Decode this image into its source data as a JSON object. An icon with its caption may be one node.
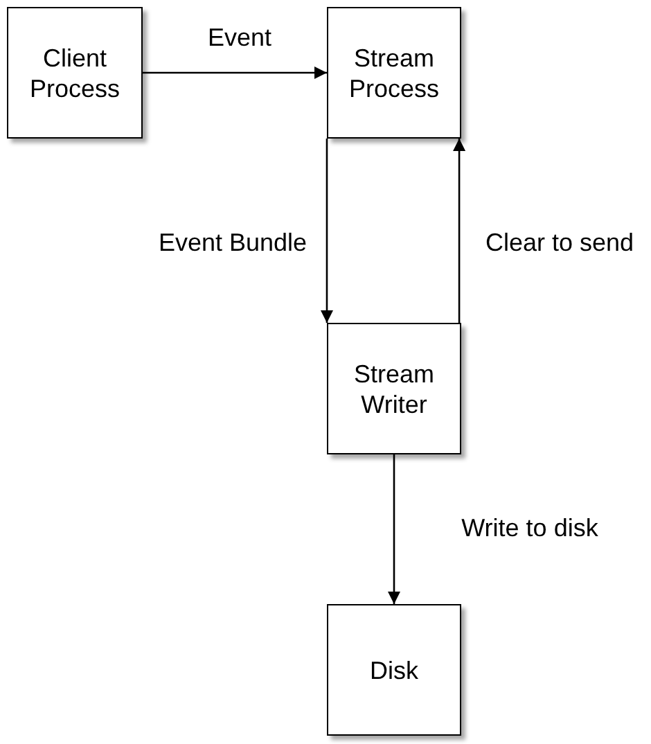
{
  "diagram": {
    "nodes": [
      {
        "text": [
          "Client Process"
        ]
      },
      {
        "text": [
          "Stream Process"
        ]
      },
      {
        "text": [
          "Stream Writer"
        ]
      },
      {
        "text": [
          "Disk"
        ]
      }
    ],
    "edges": [
      {
        "from": 0,
        "to": 1,
        "arrow": "to",
        "label": "Event"
      },
      {
        "from": 1,
        "to": 2,
        "arrow": "to",
        "label": "Event Bundle"
      },
      {
        "from": 2,
        "to": 1,
        "arrow": "to",
        "label": "Clear to send"
      },
      {
        "from": 2,
        "to": 3,
        "arrow": "to",
        "label": "Write to disk"
      }
    ]
  }
}
